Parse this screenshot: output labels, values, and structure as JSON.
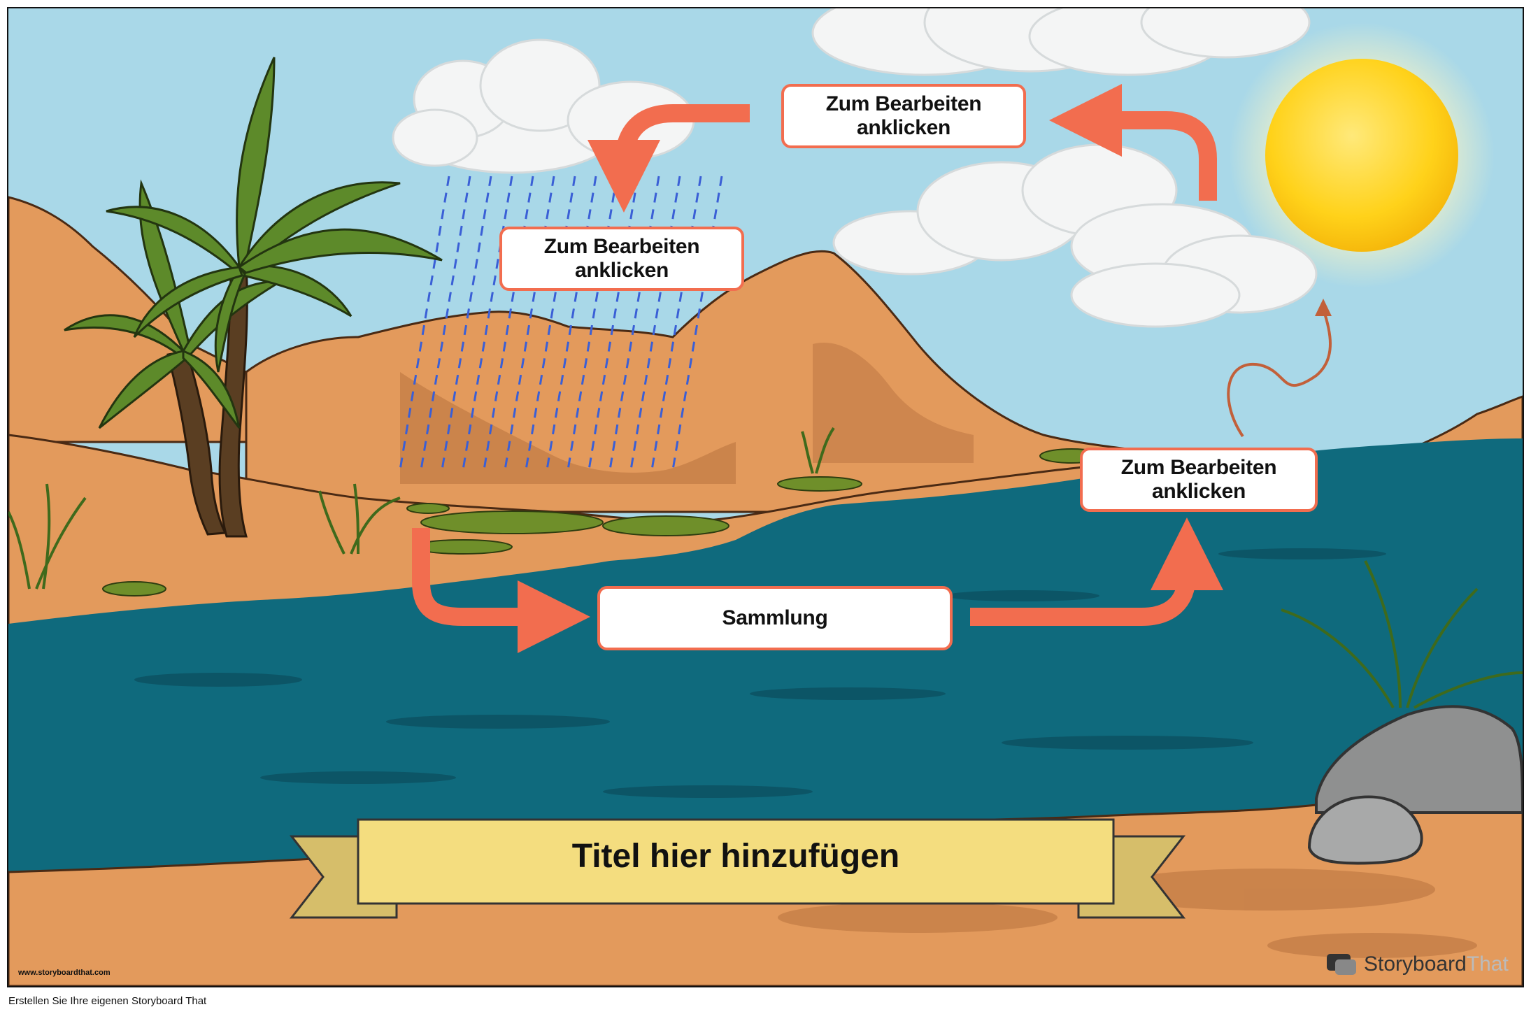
{
  "diagram": {
    "labels": {
      "top_label": "Zum Bearbeiten\nanklicken",
      "rain_label": "Zum Bearbeiten\nanklicken",
      "evaporation_label": "Zum Bearbeiten\nanklicken",
      "collection_label": "Sammlung"
    },
    "title_banner": {
      "text": "Titel hier hinzufügen"
    },
    "watermark_small": "www.storyboardthat.com",
    "brand": {
      "word1": "Storyboard",
      "word2": "That"
    }
  },
  "footer": {
    "text": "Erstellen Sie Ihre eigenen Storyboard That"
  },
  "colors": {
    "sky": "#a9d8e8",
    "water": "#0f6a7d",
    "sand": "#e39a5c",
    "arrow": "#f26d4f",
    "banner": "#f4dd7f",
    "sun": "#ffd21a"
  },
  "icons": [
    "sun-icon",
    "cloud-icon",
    "palm-tree-icon",
    "rain-icon",
    "rock-icon",
    "storyboard-logo-icon"
  ]
}
